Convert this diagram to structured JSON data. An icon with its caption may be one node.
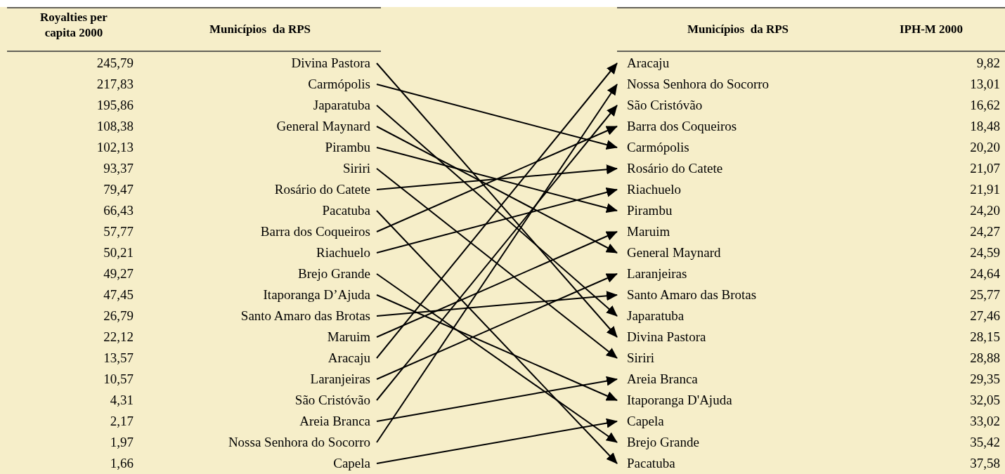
{
  "diagram": {
    "nodes": [
      {
        "text": [
          "Divina Pastora"
        ]
      },
      {
        "text": [
          "Carmópolis"
        ]
      },
      {
        "text": [
          "Japaratuba"
        ]
      },
      {
        "text": [
          "General Maynard"
        ]
      },
      {
        "text": [
          "Pirambu"
        ]
      },
      {
        "text": [
          "Siriri"
        ]
      },
      {
        "text": [
          "Rosário do Catete"
        ]
      },
      {
        "text": [
          "Pacatuba"
        ]
      },
      {
        "text": [
          "Barra dos Coqueiros"
        ]
      },
      {
        "text": [
          "Riachuelo"
        ]
      },
      {
        "text": [
          "Brejo Grande"
        ]
      },
      {
        "text": [
          "Itaporanga D’Ajuda"
        ]
      },
      {
        "text": [
          "Santo Amaro das Brotas"
        ]
      },
      {
        "text": [
          "Maruim"
        ]
      },
      {
        "text": [
          "Aracaju"
        ]
      },
      {
        "text": [
          "Laranjeiras"
        ]
      },
      {
        "text": [
          "São Cristóvão"
        ]
      },
      {
        "text": [
          "Areia Branca"
        ]
      },
      {
        "text": [
          "Nossa Senhora do Socorro"
        ]
      },
      {
        "text": [
          "Capela"
        ]
      },
      {
        "text": [
          "Aracaju"
        ]
      },
      {
        "text": [
          "Nossa Senhora do Socorro"
        ]
      },
      {
        "text": [
          "São Cristóvão"
        ]
      },
      {
        "text": [
          "Barra dos Coqueiros"
        ]
      },
      {
        "text": [
          "Carmópolis"
        ]
      },
      {
        "text": [
          "Rosário do Catete"
        ]
      },
      {
        "text": [
          "Riachuelo"
        ]
      },
      {
        "text": [
          "Pirambu"
        ]
      },
      {
        "text": [
          "Maruim"
        ]
      },
      {
        "text": [
          "General Maynard"
        ]
      },
      {
        "text": [
          "Laranjeiras"
        ]
      },
      {
        "text": [
          "Santo Amaro das Brotas"
        ]
      },
      {
        "text": [
          "Japaratuba"
        ]
      },
      {
        "text": [
          "Divina Pastora"
        ]
      },
      {
        "text": [
          "Siriri"
        ]
      },
      {
        "text": [
          "Areia Branca"
        ]
      },
      {
        "text": [
          "Itaporanga D'Ajuda"
        ]
      },
      {
        "text": [
          "Capela"
        ]
      },
      {
        "text": [
          "Brejo Grande"
        ]
      },
      {
        "text": [
          "Pacatuba"
        ]
      }
    ],
    "edges": [
      {
        "from": 0,
        "to": 33,
        "arrow": "to"
      },
      {
        "from": 1,
        "to": 24,
        "arrow": "to"
      },
      {
        "from": 2,
        "to": 32,
        "arrow": "to"
      },
      {
        "from": 3,
        "to": 29,
        "arrow": "to"
      },
      {
        "from": 4,
        "to": 27,
        "arrow": "to"
      },
      {
        "from": 5,
        "to": 34,
        "arrow": "to"
      },
      {
        "from": 6,
        "to": 25,
        "arrow": "to"
      },
      {
        "from": 7,
        "to": 39,
        "arrow": "to"
      },
      {
        "from": 8,
        "to": 23,
        "arrow": "to"
      },
      {
        "from": 9,
        "to": 26,
        "arrow": "to"
      },
      {
        "from": 10,
        "to": 38,
        "arrow": "to"
      },
      {
        "from": 11,
        "to": 36,
        "arrow": "to"
      },
      {
        "from": 12,
        "to": 31,
        "arrow": "to"
      },
      {
        "from": 13,
        "to": 28,
        "arrow": "to"
      },
      {
        "from": 14,
        "to": 20,
        "arrow": "to"
      },
      {
        "from": 15,
        "to": 30,
        "arrow": "to"
      },
      {
        "from": 16,
        "to": 22,
        "arrow": "to"
      },
      {
        "from": 17,
        "to": 35,
        "arrow": "to"
      },
      {
        "from": 18,
        "to": 21,
        "arrow": "to"
      },
      {
        "from": 19,
        "to": 37,
        "arrow": "to"
      }
    ],
    "labels": [
      "Royalties per capita 2000",
      "Municípios  da RPS",
      "Municípios  da RPS",
      "IPH-M 2000",
      "245,79",
      "9,82",
      "217,83",
      "13,01",
      "195,86",
      "16,62",
      "108,38",
      "18,48",
      "102,13",
      "20,20",
      "93,37",
      "21,07",
      "79,47",
      "21,91",
      "66,43",
      "24,20",
      "57,77",
      "24,27",
      "50,21",
      "24,59",
      "49,27",
      "24,64",
      "47,45",
      "25,77",
      "26,79",
      "27,46",
      "22,12",
      "28,15",
      "13,57",
      "28,88",
      "10,57",
      "29,35",
      "4,31",
      "32,05",
      "2,17",
      "33,02",
      "1,97",
      "35,42",
      "1,66",
      "37,58"
    ]
  }
}
